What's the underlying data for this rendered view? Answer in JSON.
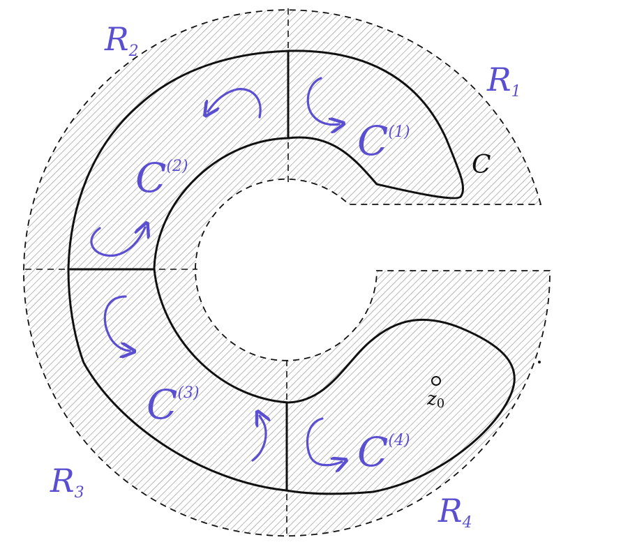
{
  "colors": {
    "ink": "#111111",
    "hand": "#5b4fd1",
    "hatch": "#9a9a9a",
    "background": "#ffffff"
  },
  "regions": {
    "r1": {
      "letter": "R",
      "index": "1"
    },
    "r2": {
      "letter": "R",
      "index": "2"
    },
    "r3": {
      "letter": "R",
      "index": "3"
    },
    "r4": {
      "letter": "R",
      "index": "4"
    }
  },
  "contours": {
    "c": "C",
    "c1": {
      "letter": "C",
      "sup": "(1)"
    },
    "c2": {
      "letter": "C",
      "sup": "(2)"
    },
    "c3": {
      "letter": "C",
      "sup": "(3)"
    },
    "c4": {
      "letter": "C",
      "sup": "(4)"
    }
  },
  "point": {
    "symbol": "z",
    "index": "0"
  },
  "icons": {
    "orientation_arrow": "curved-arrow-icon",
    "point_marker": "circle-point-icon"
  }
}
